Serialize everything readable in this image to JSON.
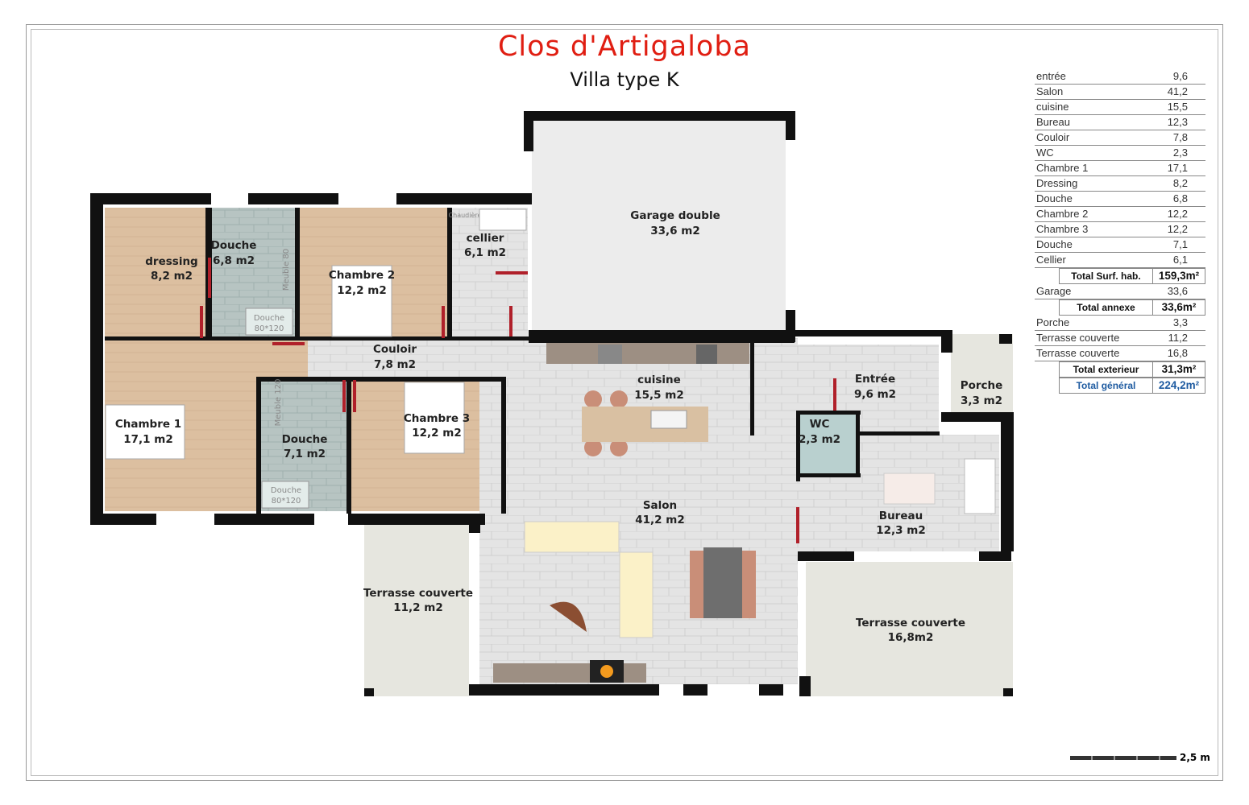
{
  "header": {
    "title": "Clos d'Artigaloba",
    "subtitle": "Villa type K"
  },
  "colors": {
    "title": "#e01e12",
    "wood": "#dcbfa0",
    "tile": "#e4e4e4",
    "shower_tile": "#b7c4c2",
    "terrace": "#e6e6df",
    "wall": "#111111",
    "door": "#b0202a",
    "total_general": "#1d5aa0"
  },
  "plan": {
    "rooms": {
      "dressing": {
        "name": "dressing",
        "area": "8,2 m2"
      },
      "douche1": {
        "name": "Douche",
        "area": "6,8 m2"
      },
      "chambre2": {
        "name": "Chambre 2",
        "area": "12,2 m2"
      },
      "cellier": {
        "name": "cellier",
        "area": "6,1 m2"
      },
      "garage": {
        "name": "Garage double",
        "area": "33,6 m2"
      },
      "couloir": {
        "name": "Couloir",
        "area": "7,8  m2"
      },
      "chambre1": {
        "name": "Chambre 1",
        "area": "17,1 m2"
      },
      "douche2": {
        "name": "Douche",
        "area": "7,1 m2"
      },
      "chambre3": {
        "name": "Chambre 3",
        "area": "12,2 m2"
      },
      "cuisine": {
        "name": "cuisine",
        "area": "15,5 m2"
      },
      "entree": {
        "name": "Entrée",
        "area": "9,6 m2"
      },
      "porche": {
        "name": "Porche",
        "area": "3,3 m2"
      },
      "wc": {
        "name": "WC",
        "area": "2,3 m2"
      },
      "salon": {
        "name": "Salon",
        "area": "41,2 m2"
      },
      "bureau": {
        "name": "Bureau",
        "area": "12,3 m2"
      },
      "terrasse1": {
        "name": "Terrasse couverte",
        "area": "11,2 m2"
      },
      "terrasse2": {
        "name": "Terrasse couverte",
        "area": "16,8m2"
      }
    },
    "fixtures": {
      "shower1_label": "Douche",
      "shower1_size": "80*120",
      "shower2_label": "Douche",
      "shower2_size": "80*120",
      "vanity1": "Meuble 80",
      "vanity2": "Meuble 120",
      "boiler": "Chaudière"
    }
  },
  "surface_table": {
    "rows": [
      {
        "room": "entrée",
        "area": "9,6"
      },
      {
        "room": "Salon",
        "area": "41,2"
      },
      {
        "room": "cuisine",
        "area": "15,5"
      },
      {
        "room": "Bureau",
        "area": "12,3"
      },
      {
        "room": "Couloir",
        "area": "7,8"
      },
      {
        "room": "WC",
        "area": "2,3"
      },
      {
        "room": "Chambre 1",
        "area": "17,1"
      },
      {
        "room": "Dressing",
        "area": "8,2"
      },
      {
        "room": "Douche",
        "area": "6,8"
      },
      {
        "room": "Chambre 2",
        "area": "12,2"
      },
      {
        "room": "Chambre 3",
        "area": "12,2"
      },
      {
        "room": "Douche",
        "area": "7,1"
      },
      {
        "room": "Cellier",
        "area": "6,1"
      }
    ],
    "total_hab": {
      "label": "Total Surf. hab.",
      "value": "159,3m²"
    },
    "annex_rows": [
      {
        "room": "Garage",
        "area": "33,6"
      }
    ],
    "total_annexe": {
      "label": "Total annexe",
      "value": "33,6m²"
    },
    "ext_rows": [
      {
        "room": "Porche",
        "area": "3,3"
      },
      {
        "room": "Terrasse couverte",
        "area": "11,2"
      },
      {
        "room": "Terrasse couverte",
        "area": "16,8"
      }
    ],
    "total_ext": {
      "label": "Total exterieur",
      "value": "31,3m²"
    },
    "total_general": {
      "label": "Total général",
      "value": "224,2m²"
    }
  },
  "scale": {
    "label": "2,5 m"
  }
}
